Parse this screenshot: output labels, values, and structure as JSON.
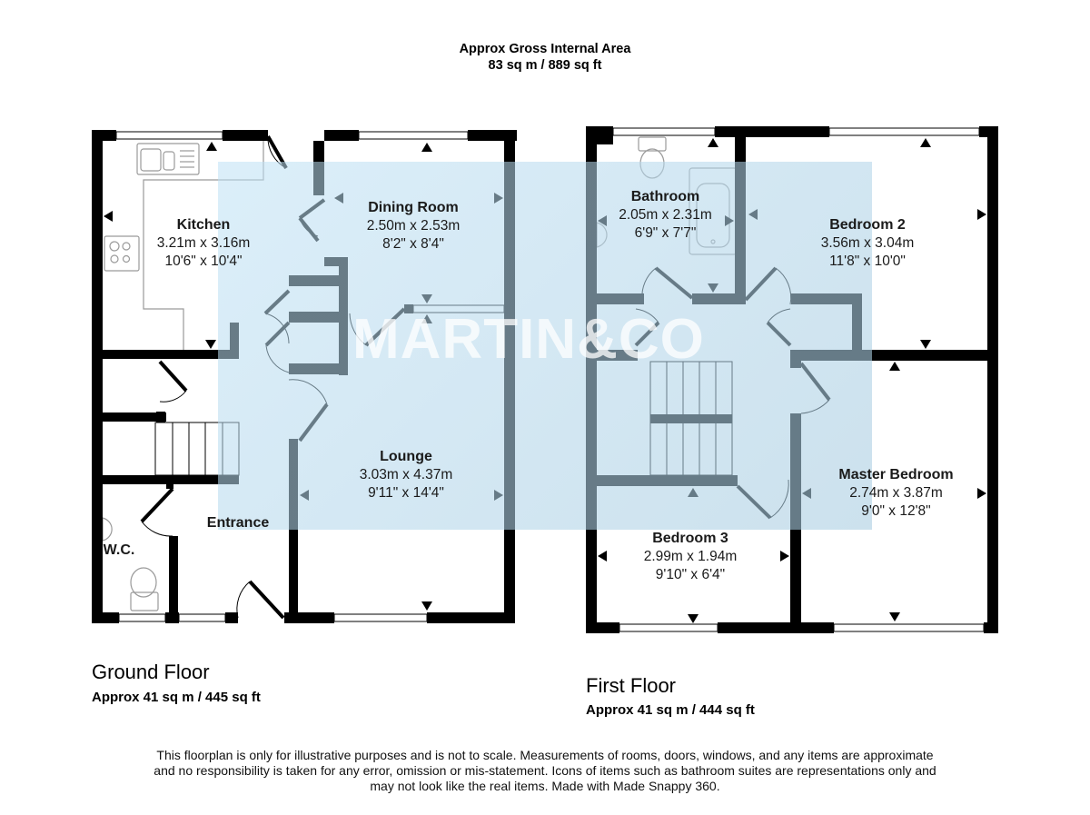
{
  "header": {
    "title": "Approx Gross Internal Area",
    "total_area": "83 sq m / 889 sq ft"
  },
  "watermark": {
    "text": "MARTIN&CO",
    "color": "#ffffff",
    "overlay_color": "#bfe0f2"
  },
  "colors": {
    "wall": "#000000",
    "fixture": "#999999",
    "background": "#ffffff"
  },
  "ground_floor": {
    "title": "Ground Floor",
    "area": "Approx 41 sq m / 445 sq ft",
    "rooms": [
      {
        "name": "Kitchen",
        "metric": "3.21m x 3.16m",
        "imperial": "10'6\" x 10'4\""
      },
      {
        "name": "Dining Room",
        "metric": "2.50m x 2.53m",
        "imperial": "8'2\" x 8'4\""
      },
      {
        "name": "Lounge",
        "metric": "3.03m x 4.37m",
        "imperial": "9'11\" x 14'4\""
      },
      {
        "name": "Entrance"
      },
      {
        "name": "W.C."
      }
    ]
  },
  "first_floor": {
    "title": "First Floor",
    "area": "Approx 41 sq m / 444 sq ft",
    "rooms": [
      {
        "name": "Bathroom",
        "metric": "2.05m x 2.31m",
        "imperial": "6'9\" x 7'7\""
      },
      {
        "name": "Bedroom 2",
        "metric": "3.56m x 3.04m",
        "imperial": "11'8\" x 10'0\""
      },
      {
        "name": "Master Bedroom",
        "metric": "2.74m x 3.87m",
        "imperial": "9'0\" x 12'8\""
      },
      {
        "name": "Bedroom 3",
        "metric": "2.99m x 1.94m",
        "imperial": "9'10\" x 6'4\""
      }
    ]
  },
  "disclaimer": {
    "line1": "This floorplan is only for illustrative purposes and is not to scale. Measurements of rooms, doors, windows, and any items are approximate",
    "line2": "and no responsibility is taken for any error, omission or mis-statement. Icons of items such as bathroom suites are representations only and",
    "line3": "may not look like the real items. Made with Made Snappy 360."
  }
}
